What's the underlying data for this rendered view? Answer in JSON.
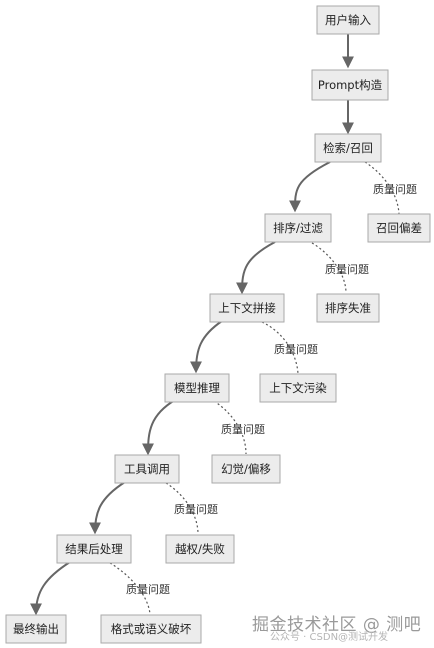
{
  "nodes": {
    "user_input": "用户输入",
    "prompt": "Prompt构造",
    "retrieval": "检索/召回",
    "rerank": "排序/过滤",
    "context": "上下文拼接",
    "inference": "模型推理",
    "tool_call": "工具调用",
    "postprocess": "结果后处理",
    "final_output": "最终输出",
    "recall_bias": "召回偏差",
    "rank_inaccurate": "排序失准",
    "context_pollution": "上下文污染",
    "hallucination": "幻觉/偏移",
    "overreach": "越权/失败",
    "format_error": "格式或语义破坏"
  },
  "edge_label": "质量问题",
  "watermark": {
    "main": "掘金技术社区 @ 测吧",
    "sub": "公众号 · CSDN@测试开发"
  },
  "colors": {
    "node_fill": "#ececec",
    "node_border": "#a9a9a9",
    "edge": "#666666"
  }
}
